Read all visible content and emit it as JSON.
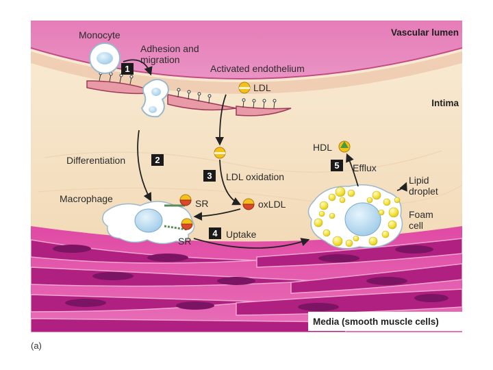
{
  "regions": {
    "vascular_lumen": "Vascular lumen",
    "intima": "Intima",
    "media": "Media (smooth muscle cells)"
  },
  "labels": {
    "monocyte": "Monocyte",
    "adhesion_line1": "Adhesion and",
    "adhesion_line2": "migration",
    "activated_endothelium": "Activated endothelium",
    "ldl": "LDL",
    "differentiation": "Differentiation",
    "ldl_oxidation": "LDL oxidation",
    "macrophage": "Macrophage",
    "sr_top": "SR",
    "oxldl": "oxLDL",
    "sr_bottom": "SR",
    "uptake": "Uptake",
    "hdl": "HDL",
    "efflux": "Efflux",
    "lipid_line1": "Lipid",
    "lipid_line2": "droplet",
    "foam_line1": "Foam",
    "foam_line2": "cell"
  },
  "steps": [
    "1",
    "2",
    "3",
    "4",
    "5"
  ],
  "caption": "(a)",
  "colors": {
    "lumen": "#f2b6d6",
    "intima": "#f6e2c2",
    "media": "#e24aa8",
    "muscle_nucleus": "#8c1a6e",
    "endothelium": "#d8707c",
    "ldl_yellow": "#f2c21a",
    "ldl_red": "#d94a2a",
    "lipid_droplet": "#f4e64a",
    "nucleus_blue": "#b9dcf2"
  }
}
